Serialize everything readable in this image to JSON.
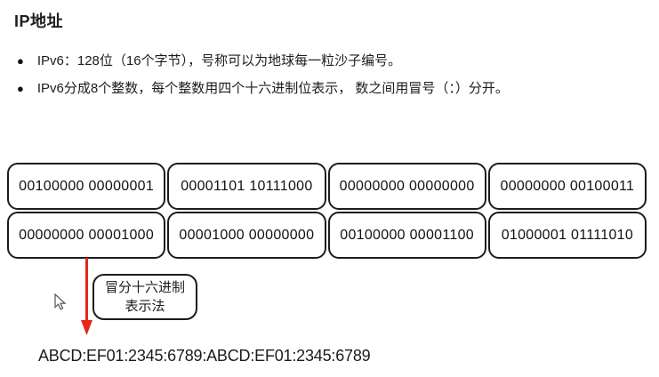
{
  "title": "IP地址",
  "ui": {
    "bullet_glyph": "●"
  },
  "bullets": [
    "IPv6：128位（16个字节），号称可以为地球每一粒沙子编号。",
    "IPv6分成8个整数，每个整数用四个十六进制位表示， 数之间用冒号（：）分开。"
  ],
  "binary_grid": {
    "rows": [
      [
        "00100000 00000001",
        "00001101 10111000",
        "00000000 00000000",
        "00000000 00100011"
      ],
      [
        "00000000 00001000",
        "00001000 00000000",
        "00100000 00001100",
        "01000001 01111010"
      ]
    ]
  },
  "annotation": {
    "label_line1": "冒分十六进制",
    "label_line2": "表示法",
    "arrow_color": "#e8261a"
  },
  "result_text": "ABCD:EF01:2345:6789:ABCD:EF01:2345:6789",
  "colors": {
    "text": "#1c1c1c",
    "box_border": "#1c1c1c",
    "background": "#ffffff"
  }
}
